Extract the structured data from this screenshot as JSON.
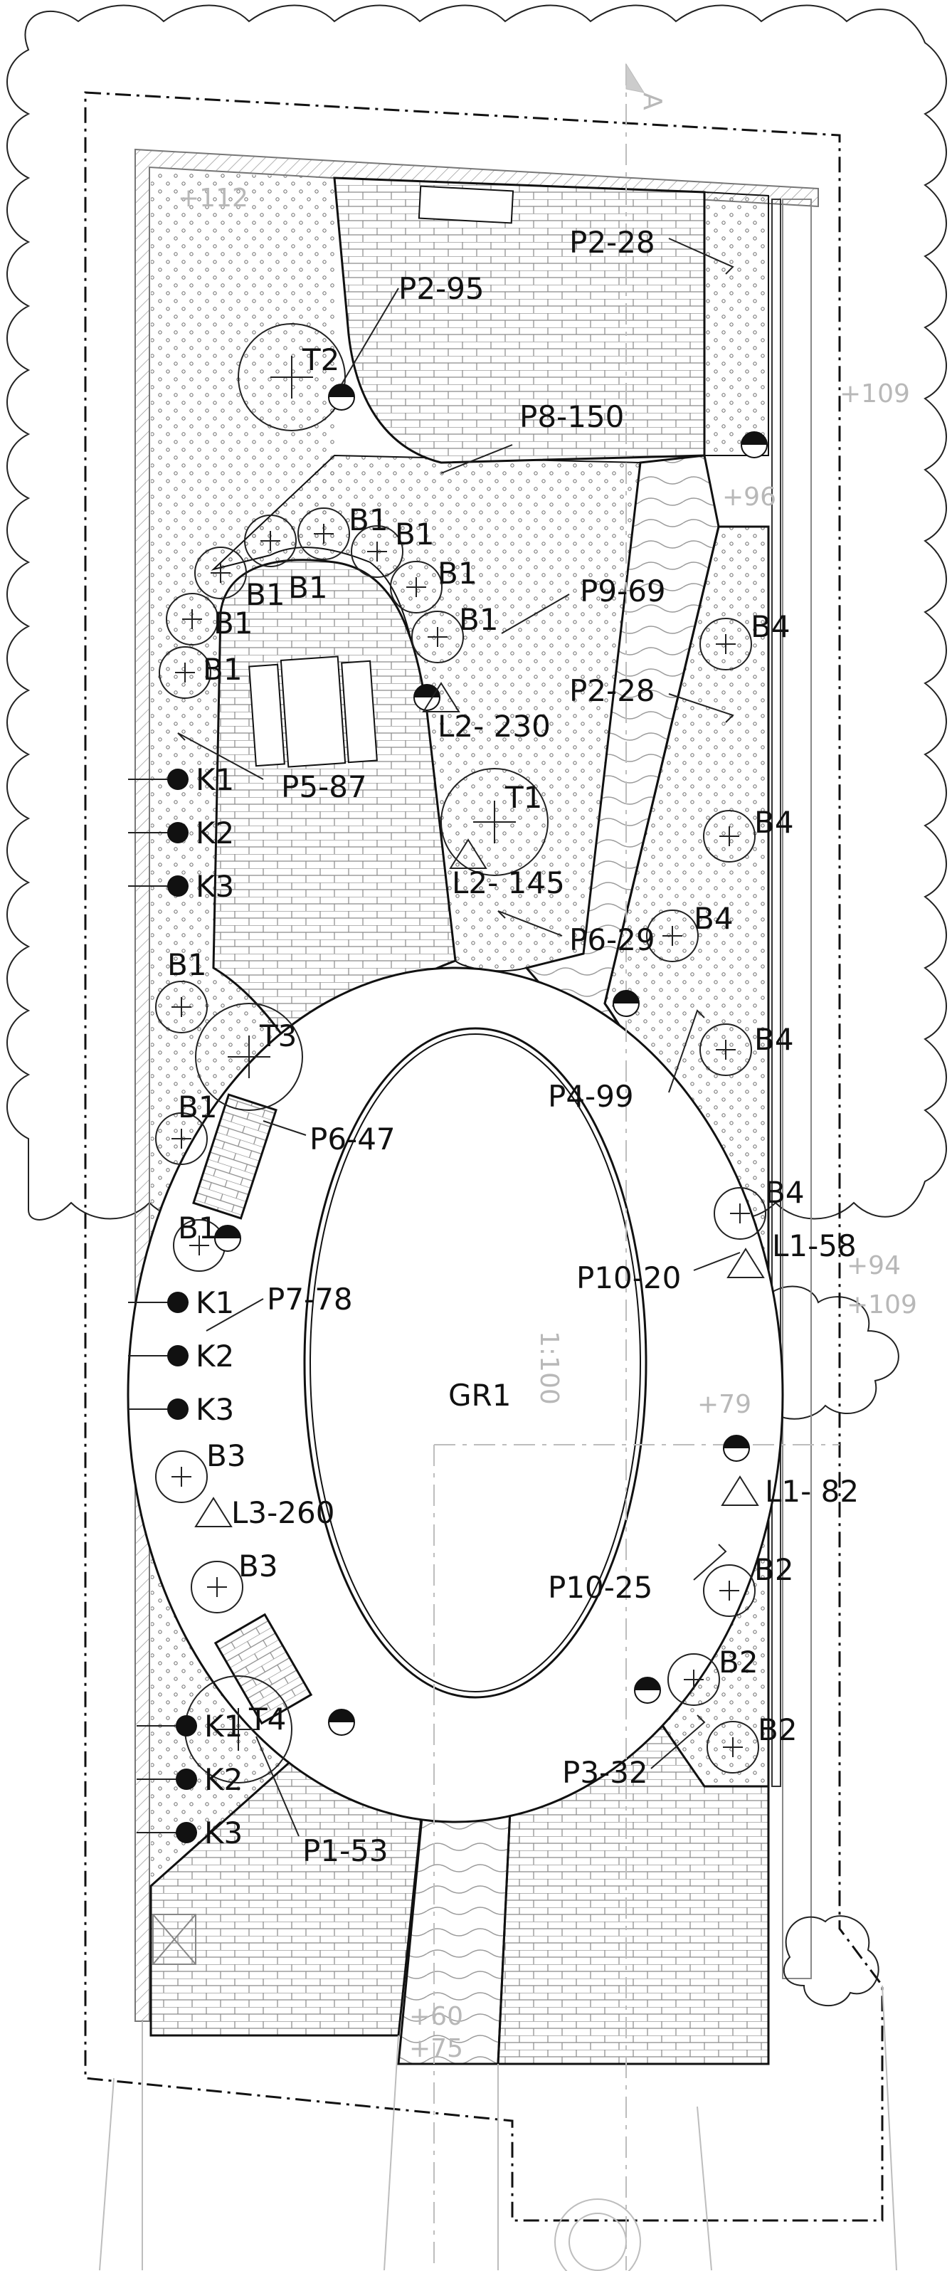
{
  "colors": {
    "ink": "#111111",
    "faint_lines": "#bdbdbd",
    "background": "#ffffff"
  },
  "plan": {
    "lawn_label": "GR1",
    "scale_label": "1:100",
    "north_label": "A",
    "paving_labels": {
      "p2_95": "P2-95",
      "p2_28_top": "P2-28",
      "p8_150": "P8-150",
      "p9_69": "P9-69",
      "p2_28_mid": "P2-28",
      "p5_87": "P5-87",
      "p6_29": "P6-29",
      "p4_99": "P4-99",
      "p6_47": "P6-47",
      "p7_78": "P7-78",
      "p10_20": "P10-20",
      "p10_25": "P10-25",
      "p3_32": "P3-32",
      "p1_53": "P1-53"
    },
    "lighting_labels": {
      "l2_230": "L2- 230",
      "l2_145": "L2- 145",
      "l1_58": "L1-58",
      "l1_82": "L1- 82",
      "l3_260": "L3-260"
    },
    "tree_labels": {
      "t1": "T1",
      "t2": "T2",
      "t3": "T3",
      "t4": "T4"
    },
    "shrub_labels": {
      "b1": "B1",
      "b2": "B2",
      "b3": "B3",
      "b4": "B4"
    },
    "boulder_labels": {
      "k1": "K1",
      "k2": "K2",
      "k3": "K3"
    },
    "elevation_labels": {
      "e112": "+112",
      "e109a": "+109",
      "e96": "+96",
      "e94": "+94",
      "e109b": "+109",
      "e79": "+79",
      "e60": "+60",
      "e75": "+75"
    }
  }
}
